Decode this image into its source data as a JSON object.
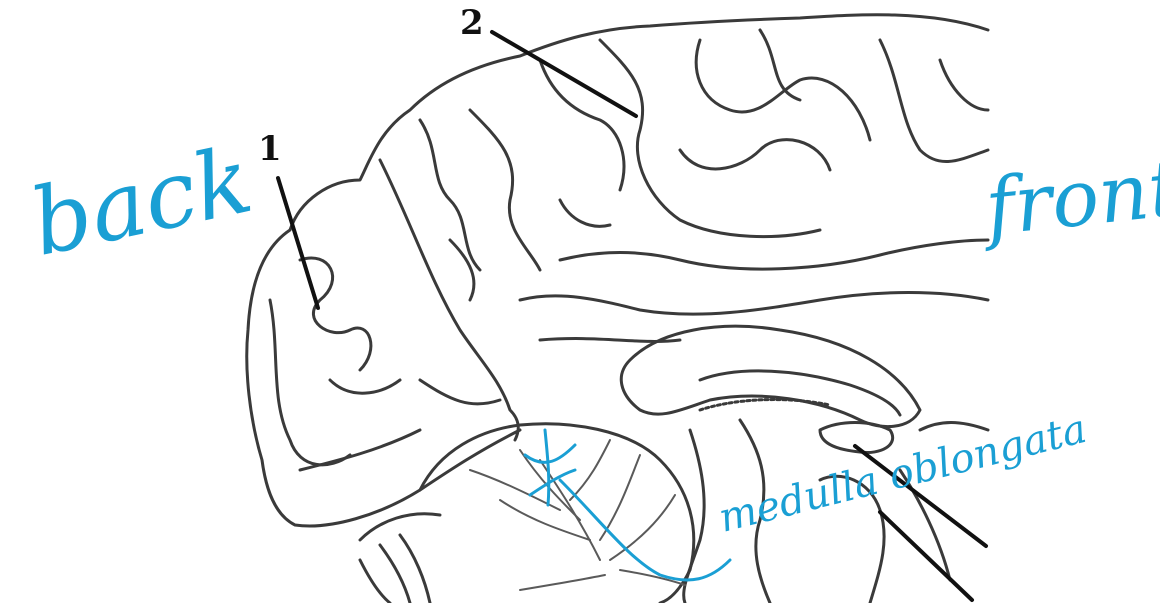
{
  "labels": {
    "one": "1",
    "two": "2"
  },
  "annotations": {
    "back": "back",
    "front": "front",
    "medulla": "medulla oblongata"
  },
  "colors": {
    "ink": "#111111",
    "annotation": "#1a9fd4",
    "background": "#ffffff"
  }
}
